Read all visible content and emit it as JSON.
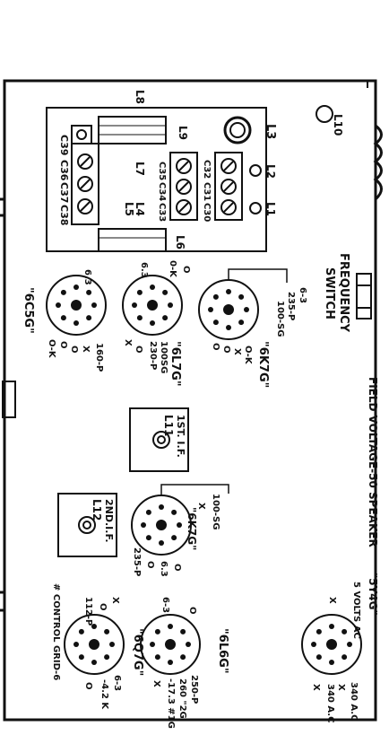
{
  "diagram": {
    "colors": {
      "ink": "#111111",
      "paper": "#ffffff"
    },
    "board": {
      "coils": {
        "L1": "L1",
        "L2": "L2",
        "L3": "L3",
        "L4": "L4",
        "L5": "L5",
        "L6": "L6",
        "L7": "L7",
        "L8": "L8",
        "L9": "L9",
        "L10": "L10"
      },
      "capacitors": {
        "C30": "C30",
        "C31": "C31",
        "C32": "C32",
        "C33": "C33",
        "C34": "C34",
        "C35": "C35",
        "C36": "C36",
        "C37": "C37",
        "C38": "C38",
        "C39": "C39"
      }
    },
    "labels": {
      "frequency_switch_1": "FREQUENCY",
      "frequency_switch_2": "SWITCH",
      "footer": "FIELD VOLTAGE-50  SPEAKER",
      "if1_a": "1ST. I.F.",
      "if1_b": "L11",
      "if2_a": "2ND.I.F.",
      "if2_b": "L12",
      "control_grid": "# CONTROL GRID-6"
    },
    "tubes": {
      "t6c5g": {
        "name": "\"6C5G\"",
        "pins": {
          "p63": "6.3",
          "p0k": "O-K",
          "pO1": "O",
          "pO2": "O",
          "pX": "X",
          "p160": "160-P"
        }
      },
      "t6l7g": {
        "name": "\"6L7G\"",
        "pins": {
          "p63": "6.3",
          "p0k": "0-K",
          "pO": "O",
          "pX": "X",
          "p230": "230-P",
          "p100": "100SG",
          "pO2": "O"
        }
      },
      "t6k7g_top": {
        "name": "\"6K7G\"",
        "pins": {
          "p63": "6-3",
          "p235": "235-P",
          "p56": "100-SG",
          "pO1": "O",
          "pO2": "O",
          "pX": "X",
          "pOK": "O-K"
        }
      },
      "t6k7g_mid": {
        "name": "\"6K7G\"",
        "pins": {
          "p100": "100-SG",
          "pX": "X",
          "pO1": "O",
          "p63": "6.3",
          "p235": "235-P",
          "pO2": "O"
        }
      },
      "t6q7g": {
        "name": "\"6Q7G\"",
        "pins": {
          "p112": "112-P",
          "pO": "O",
          "pX": "X",
          "p63": "6-3",
          "p42k": "-4.2 K",
          "pO2": "O"
        }
      },
      "t6l6g": {
        "name": "\"6L6G\"",
        "pins": {
          "p63": "6-3",
          "p250": "250-P",
          "p260": "260 \"2G",
          "p173": "-17.3 #1G",
          "pX": "X",
          "pO": "O"
        }
      },
      "t5y4g": {
        "name": "\"5Y4G\"",
        "pins": {
          "p5v": "5 VOLTS AC",
          "p340a": "340 A.C",
          "p340b": "340 A.C",
          "pX1": "X",
          "pX2": "X",
          "pX3": "X"
        }
      }
    }
  }
}
